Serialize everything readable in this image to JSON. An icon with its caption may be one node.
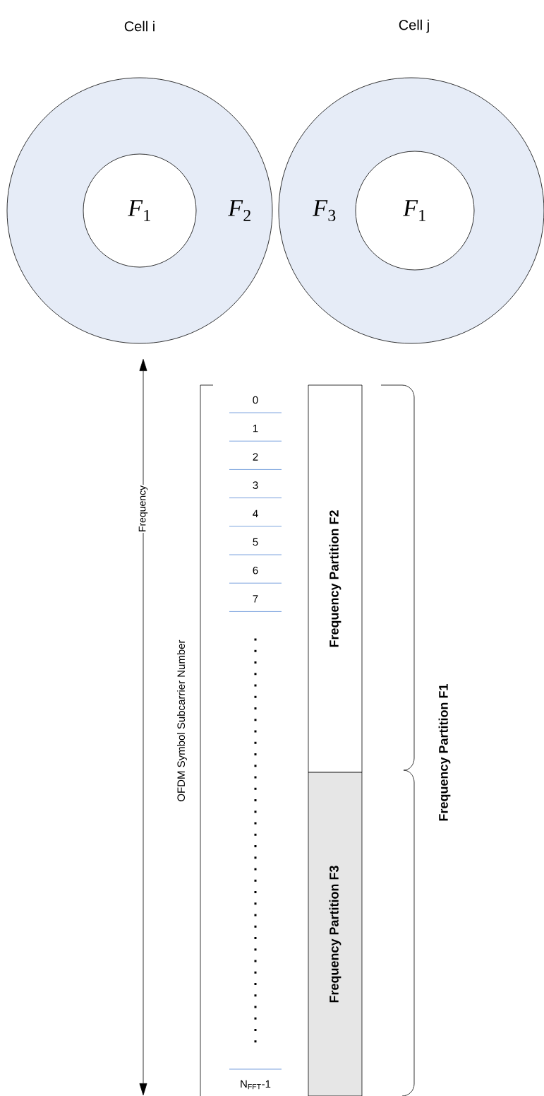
{
  "diagram": {
    "nodes": [
      {
        "text": [
          "Cell i",
          "*F*$_{2}$"
        ]
      },
      {
        "text": [
          "*F*$_{1}$"
        ],
        "in": 0
      },
      {
        "text": [
          "Cell j",
          "*F*$_{3}$"
        ]
      },
      {
        "text": [
          "*F*$_{1}$"
        ],
        "in": 2
      },
      {
        "text": [
          "Frequency Partition F2"
        ]
      },
      {
        "text": [
          "Frequency Partition F3"
        ]
      }
    ],
    "labels": [
      "Frequency",
      "OFDM Symbol Subcarrier Number",
      "0",
      "1",
      "2",
      "3",
      "4",
      "5",
      "6",
      "7",
      "N$_{FFT}$-1",
      "Frequency Partition F1"
    ]
  }
}
